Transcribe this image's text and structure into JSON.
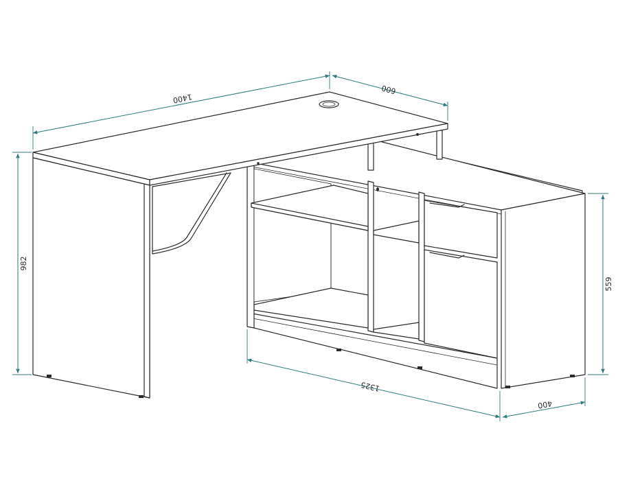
{
  "colors": {
    "outline": "#2a2a2a",
    "dimension": "#2f7a7a",
    "background": "#ffffff"
  },
  "dimensions": {
    "desk_width": "1400",
    "desk_depth": "600",
    "desk_height": "982",
    "cabinet_length": "1325",
    "cabinet_depth": "400",
    "cabinet_height": "559"
  }
}
